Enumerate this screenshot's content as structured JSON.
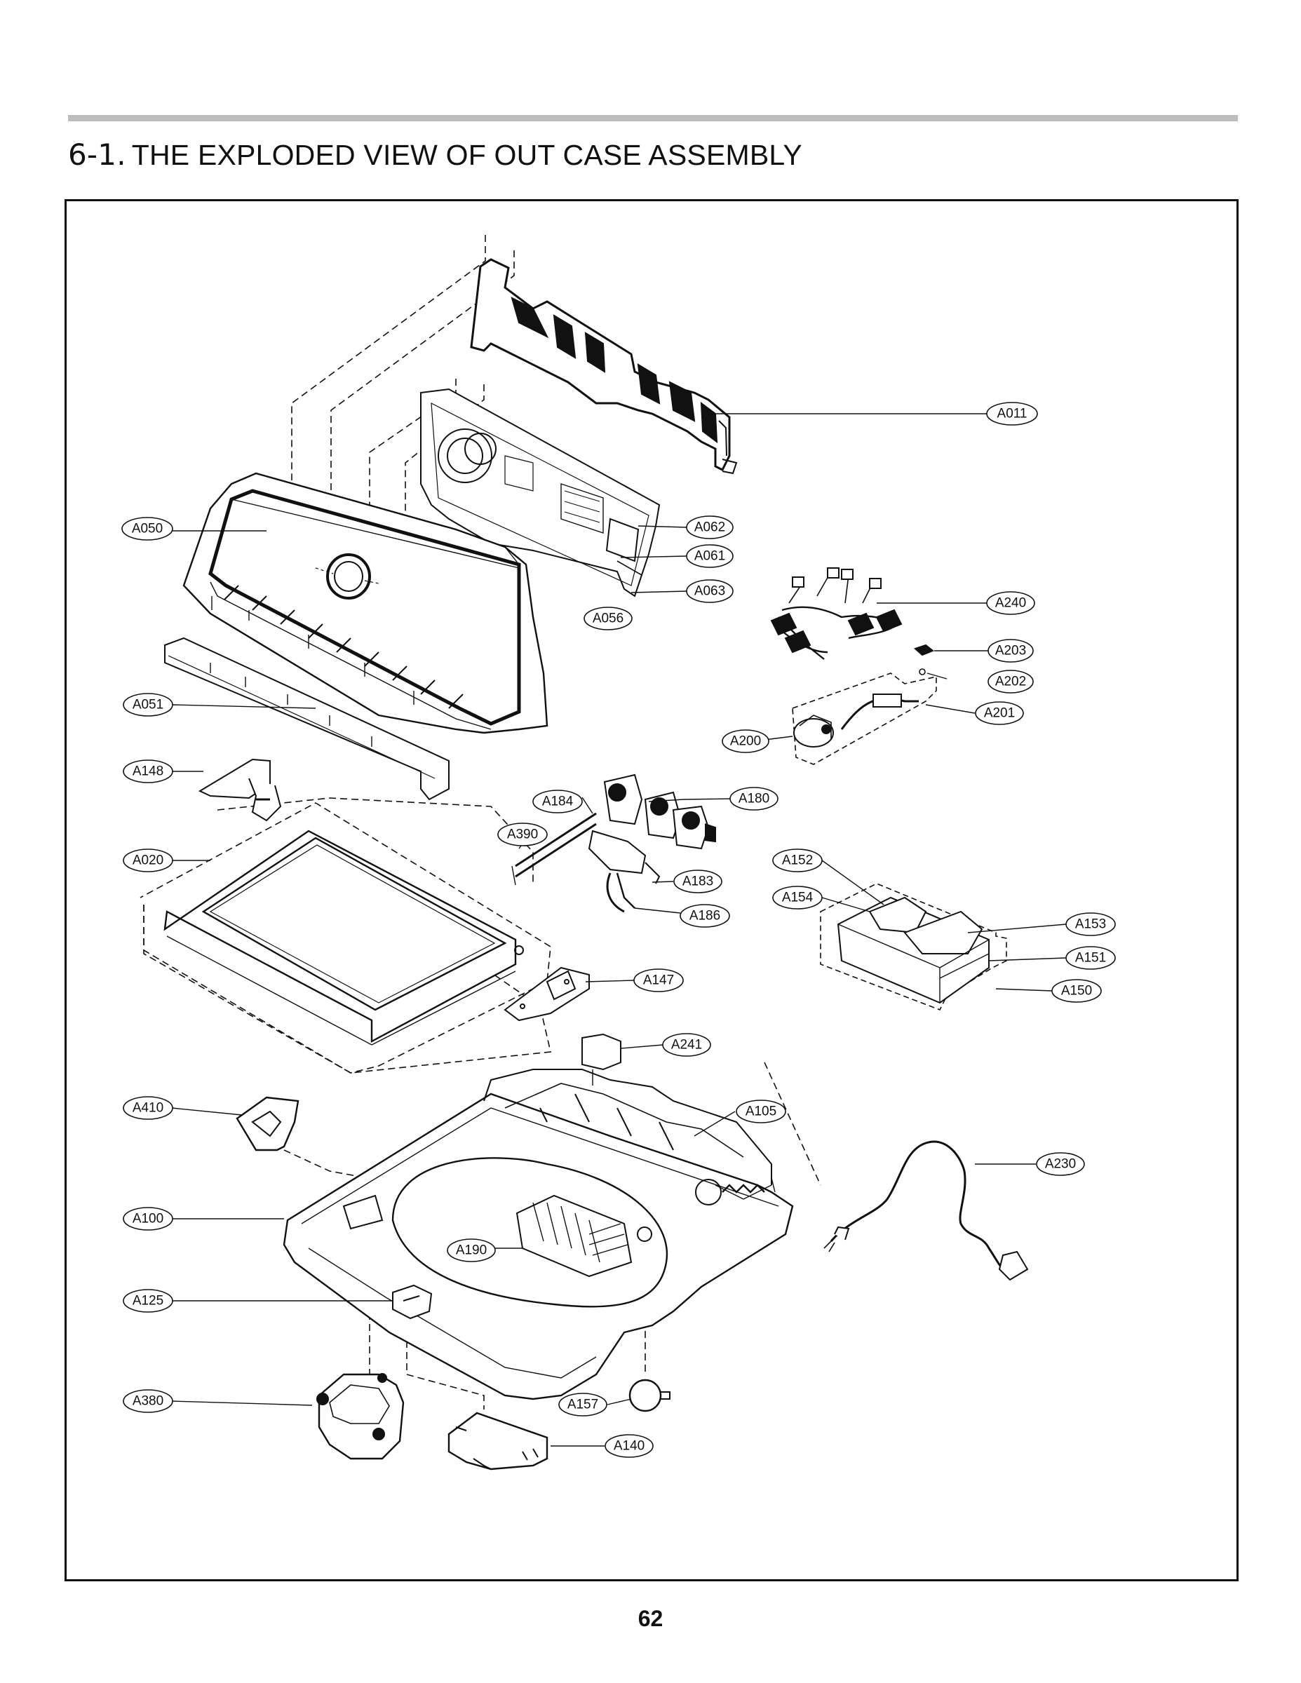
{
  "header": {
    "section_number": "6-1.",
    "title": "THE EXPLODED VIEW OF OUT CASE ASSEMBLY"
  },
  "callouts": [
    "A011",
    "A062",
    "A061",
    "A063",
    "A056",
    "A050",
    "A240",
    "A203",
    "A202",
    "A201",
    "A200",
    "A051",
    "A148",
    "A184",
    "A180",
    "A390",
    "A020",
    "A152",
    "A154",
    "A183",
    "A186",
    "A153",
    "A151",
    "A150",
    "A147",
    "A241",
    "A410",
    "A105",
    "A230",
    "A100",
    "A190",
    "A125",
    "A380",
    "A157",
    "A140"
  ],
  "page_number": "62"
}
